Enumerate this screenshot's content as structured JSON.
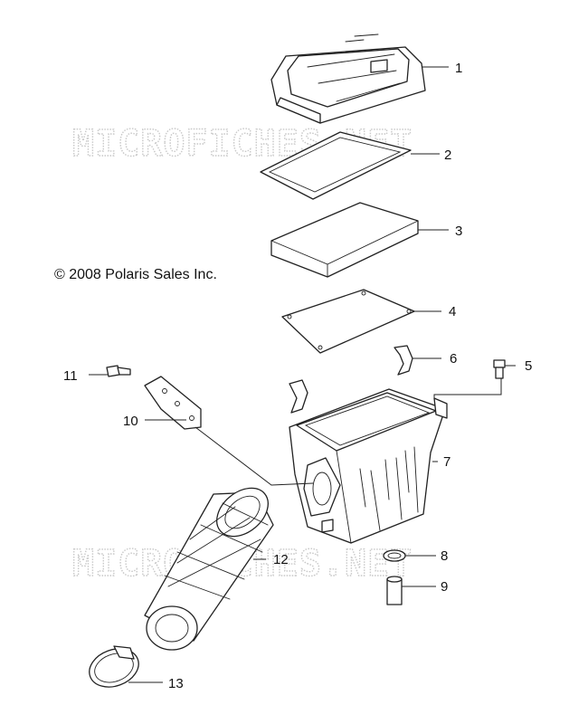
{
  "copyright": "© 2008 Polaris Sales Inc.",
  "watermark": "MICROFICHES.NET",
  "callouts": [
    "1",
    "2",
    "3",
    "4",
    "5",
    "6",
    "7",
    "8",
    "9",
    "10",
    "11",
    "12",
    "13"
  ]
}
